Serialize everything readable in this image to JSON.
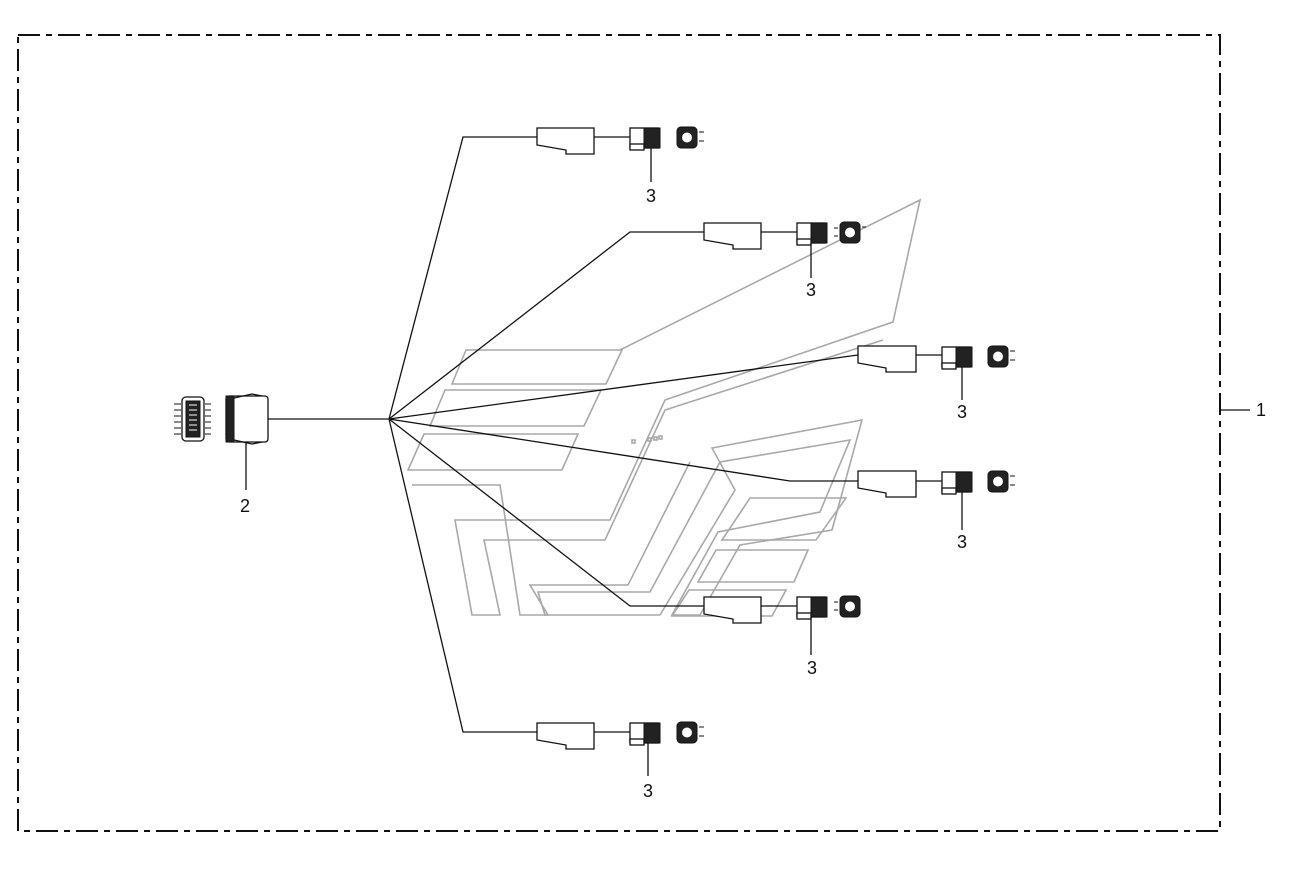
{
  "diagram": {
    "callouts": {
      "harness": "1",
      "main_connector": "2",
      "branch_connector": "3"
    },
    "branch_count": 6,
    "colors": {
      "line": "#111111",
      "background_watermark": "#a8a8a8",
      "background": "#ffffff"
    }
  }
}
